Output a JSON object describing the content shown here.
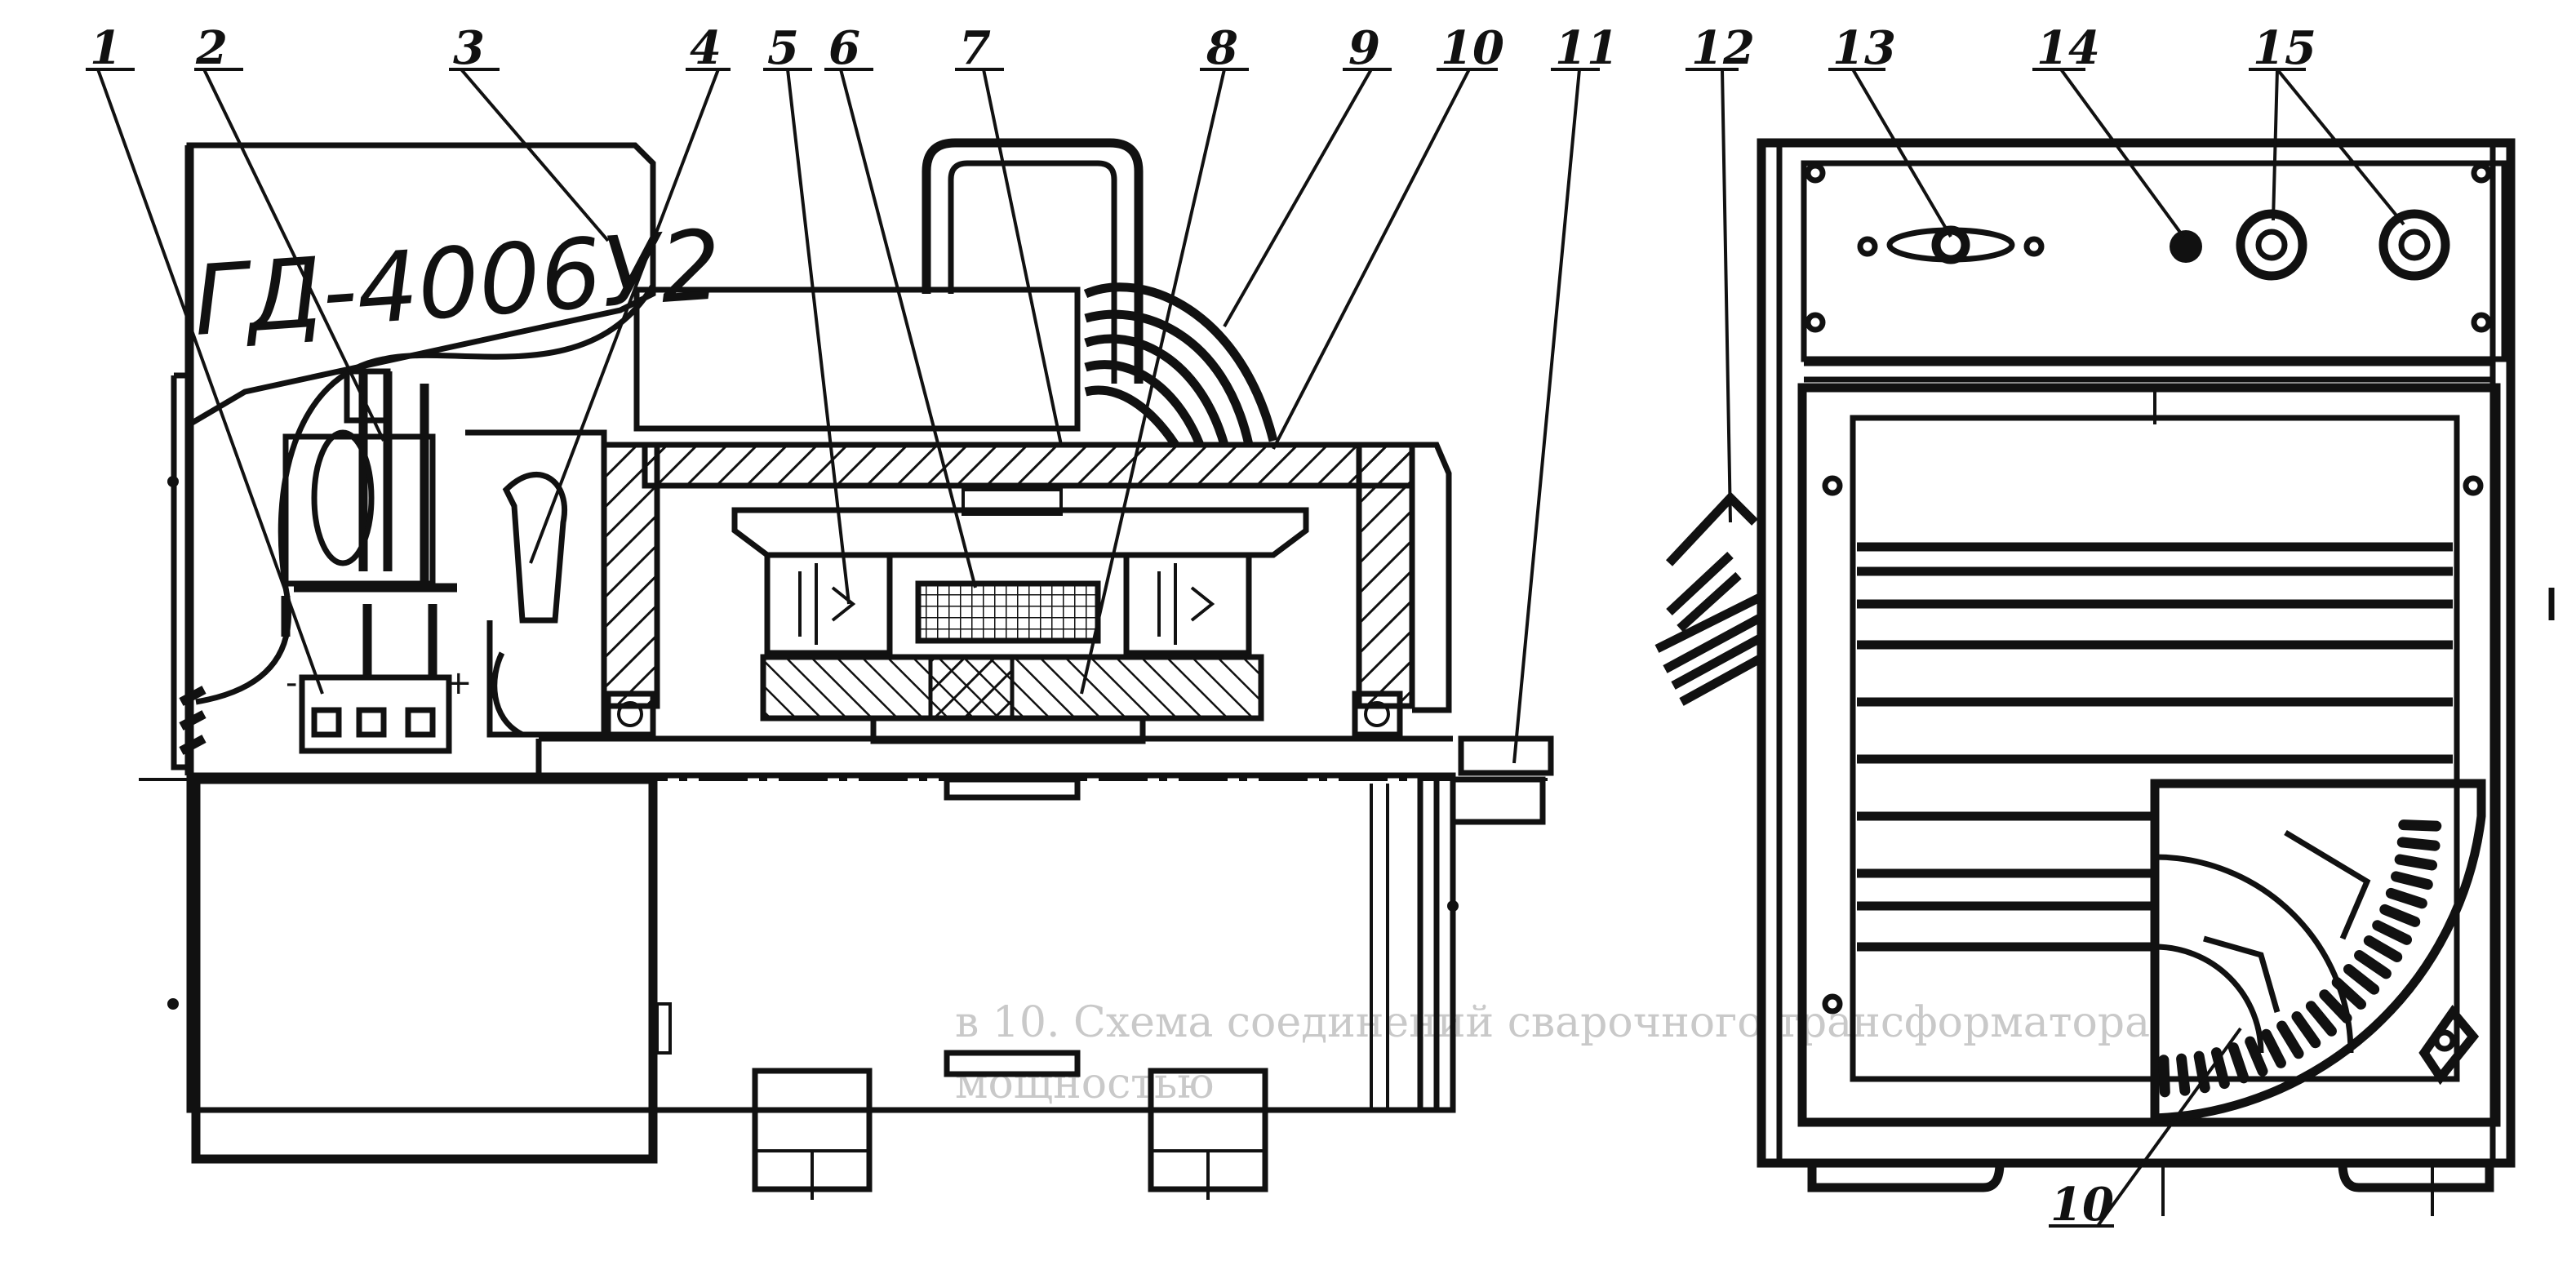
{
  "model_label": "ГД-4006У2",
  "callouts": {
    "c1": "1",
    "c2": "2",
    "c3": "3",
    "c4": "4",
    "c5": "5",
    "c6": "6",
    "c7": "7",
    "c8": "8",
    "c9": "9",
    "c10": "10",
    "c11": "11",
    "c12": "12",
    "c13": "13",
    "c14": "14",
    "c15": "15",
    "c10b": "10"
  },
  "terminal_signs": {
    "minus": "-",
    "plus": "+"
  },
  "bleed_through_text": {
    "line1": "в 10. Схема соединений сварочного трансформатора",
    "line2": "мощностью"
  }
}
